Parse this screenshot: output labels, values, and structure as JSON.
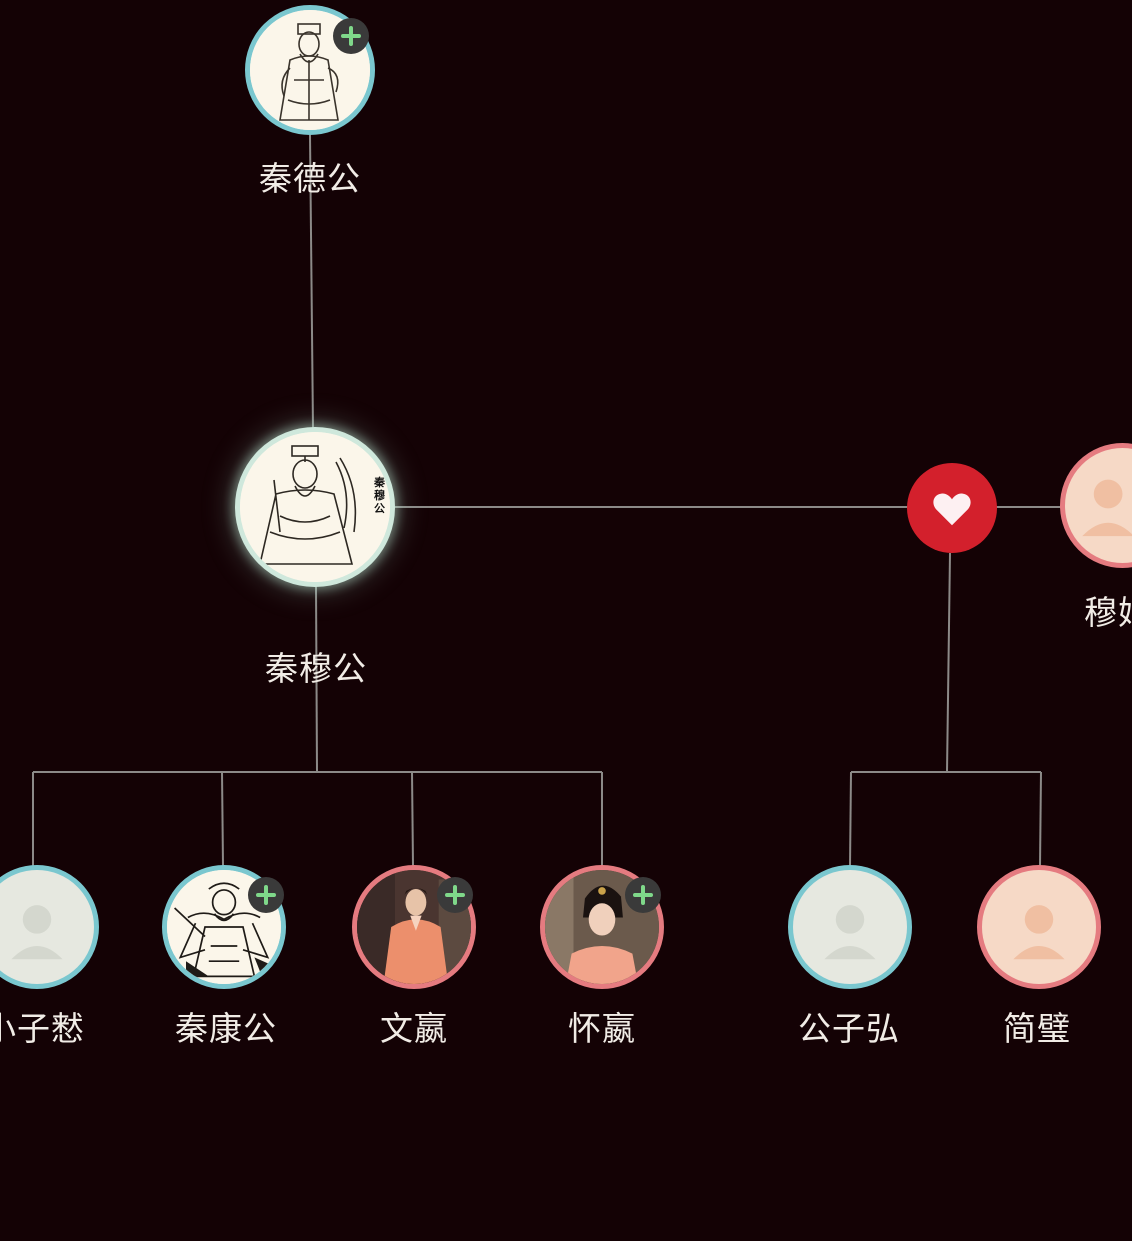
{
  "colors": {
    "background": "#140205",
    "line": "#8c8a88",
    "male_ring": "#7ac7cf",
    "female_ring": "#e57b80",
    "marriage": "#d3202c",
    "add_badge_plus": "#7fd88a"
  },
  "people": {
    "qin_degong": {
      "name": "秦德公",
      "gender": "male",
      "has_add": true
    },
    "qin_mugong": {
      "name": "秦穆公",
      "gender": "male",
      "focused": true,
      "seal_text": "秦穆公"
    },
    "mu_ji": {
      "name": "穆姬",
      "gender": "female"
    },
    "xiaozi_yin": {
      "name": "小子慭",
      "gender": "male"
    },
    "qin_kanggong": {
      "name": "秦康公",
      "gender": "male",
      "has_add": true
    },
    "wen_ying": {
      "name": "文嬴",
      "gender": "female",
      "has_add": true
    },
    "huai_ying": {
      "name": "怀嬴",
      "gender": "female",
      "has_add": true
    },
    "gongzi_hong": {
      "name": "公子弘",
      "gender": "male"
    },
    "jian_bi": {
      "name": "简璧",
      "gender": "female"
    }
  },
  "icons": {
    "add": "plus-icon",
    "marriage": "heart-icon",
    "placeholder_male": "male-user-icon",
    "placeholder_female": "female-user-icon"
  }
}
